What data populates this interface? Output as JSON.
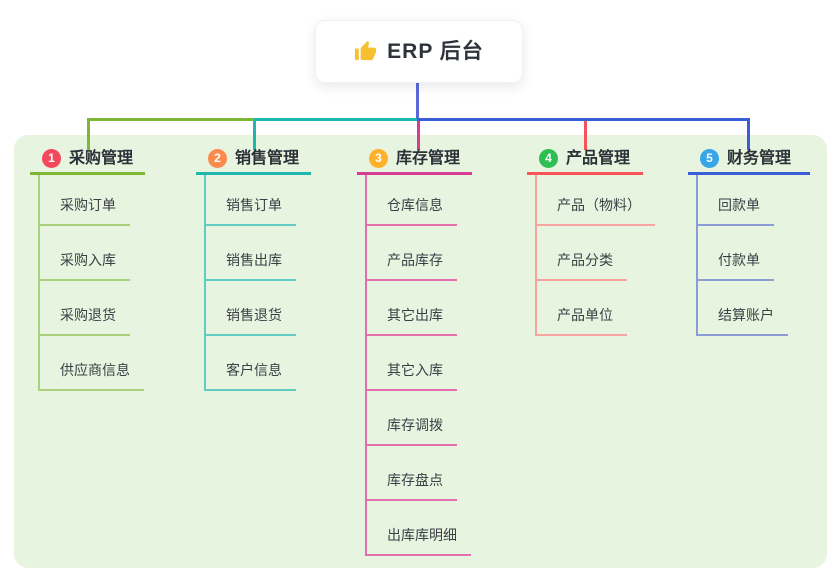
{
  "root": {
    "title": "ERP 后台",
    "icon": "thumbs-up",
    "icon_color": "#f6c02e"
  },
  "canvas": {
    "background": "#ffffff",
    "panel_background": "#e7f5e0",
    "root_connector_color": "#5b68d8"
  },
  "branches": [
    {
      "badge": "1",
      "label": "采购管理",
      "badge_color": "#f4495d",
      "line_color": "#7cb836",
      "light_line_color": "#a9d17c",
      "children": [
        "采购订单",
        "采购入库",
        "采购退货",
        "供应商信息"
      ]
    },
    {
      "badge": "2",
      "label": "销售管理",
      "badge_color": "#f98b4e",
      "line_color": "#1db7ae",
      "light_line_color": "#62cbc2",
      "children": [
        "销售订单",
        "销售出库",
        "销售退货",
        "客户信息"
      ]
    },
    {
      "badge": "3",
      "label": "库存管理",
      "badge_color": "#ffb229",
      "line_color": "#d63c92",
      "light_line_color": "#e46fad",
      "children": [
        "仓库信息",
        "产品库存",
        "其它出库",
        "其它入库",
        "库存调拨",
        "库存盘点",
        "出库库明细"
      ]
    },
    {
      "badge": "4",
      "label": "产品管理",
      "badge_color": "#2fbe52",
      "line_color": "#f4545a",
      "light_line_color": "#f8a39f",
      "children": [
        "产品（物料）",
        "产品分类",
        "产品单位"
      ]
    },
    {
      "badge": "5",
      "label": "财务管理",
      "badge_color": "#36a6e8",
      "line_color": "#3a5ed8",
      "light_line_color": "#8a9bd6",
      "children": [
        "回款单",
        "付款单",
        "结算账户"
      ]
    }
  ]
}
